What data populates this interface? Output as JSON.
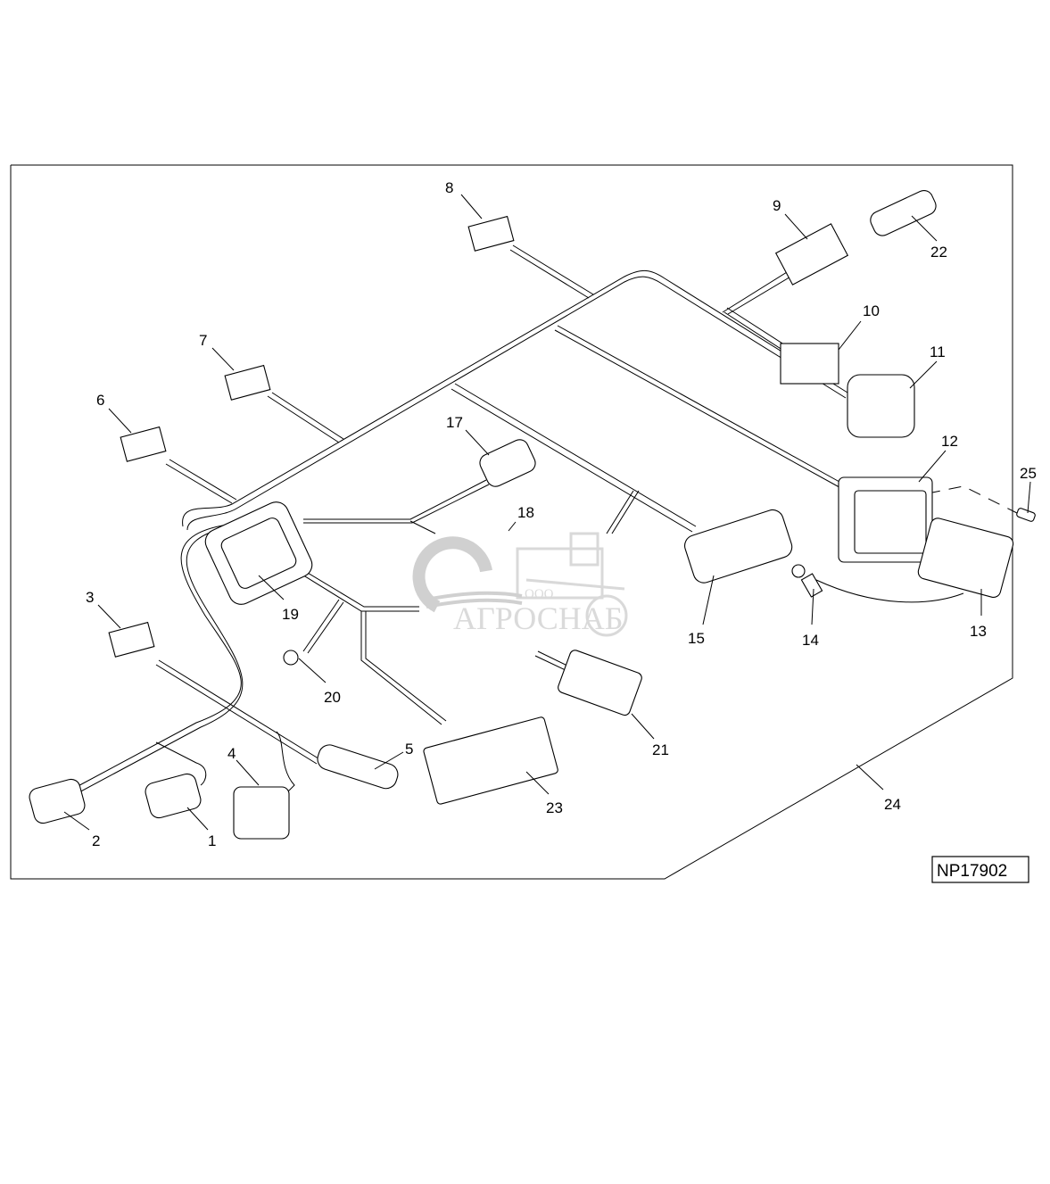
{
  "figure": {
    "reference_code": "NP17902",
    "watermark": {
      "company_prefix": "ООО",
      "company_name": "АГРОСНАБ"
    },
    "callouts": [
      {
        "id": "1",
        "label": "1",
        "part": "connector"
      },
      {
        "id": "2",
        "label": "2",
        "part": "connector"
      },
      {
        "id": "3",
        "label": "3",
        "part": "connector-tag"
      },
      {
        "id": "4",
        "label": "4",
        "part": "connector"
      },
      {
        "id": "5",
        "label": "5",
        "part": "connector"
      },
      {
        "id": "6",
        "label": "6",
        "part": "connector-tag"
      },
      {
        "id": "7",
        "label": "7",
        "part": "connector-tag"
      },
      {
        "id": "8",
        "label": "8",
        "part": "connector-tag"
      },
      {
        "id": "9",
        "label": "9",
        "part": "connector"
      },
      {
        "id": "10",
        "label": "10",
        "part": "connector"
      },
      {
        "id": "11",
        "label": "11",
        "part": "cap"
      },
      {
        "id": "12",
        "label": "12",
        "part": "bulkhead-connector"
      },
      {
        "id": "13",
        "label": "13",
        "part": "connector"
      },
      {
        "id": "14",
        "label": "14",
        "part": "ring-terminal"
      },
      {
        "id": "15",
        "label": "15",
        "part": "connector"
      },
      {
        "id": "17",
        "label": "17",
        "part": "connector"
      },
      {
        "id": "18",
        "label": "18",
        "part": "harness"
      },
      {
        "id": "19",
        "label": "19",
        "part": "grommet"
      },
      {
        "id": "20",
        "label": "20",
        "part": "ring-terminal"
      },
      {
        "id": "21",
        "label": "21",
        "part": "connector"
      },
      {
        "id": "22",
        "label": "22",
        "part": "multi-pin-connector"
      },
      {
        "id": "23",
        "label": "23",
        "part": "connector"
      },
      {
        "id": "24",
        "label": "24",
        "part": "harness-assembly"
      },
      {
        "id": "25",
        "label": "25",
        "part": "screw"
      }
    ]
  }
}
